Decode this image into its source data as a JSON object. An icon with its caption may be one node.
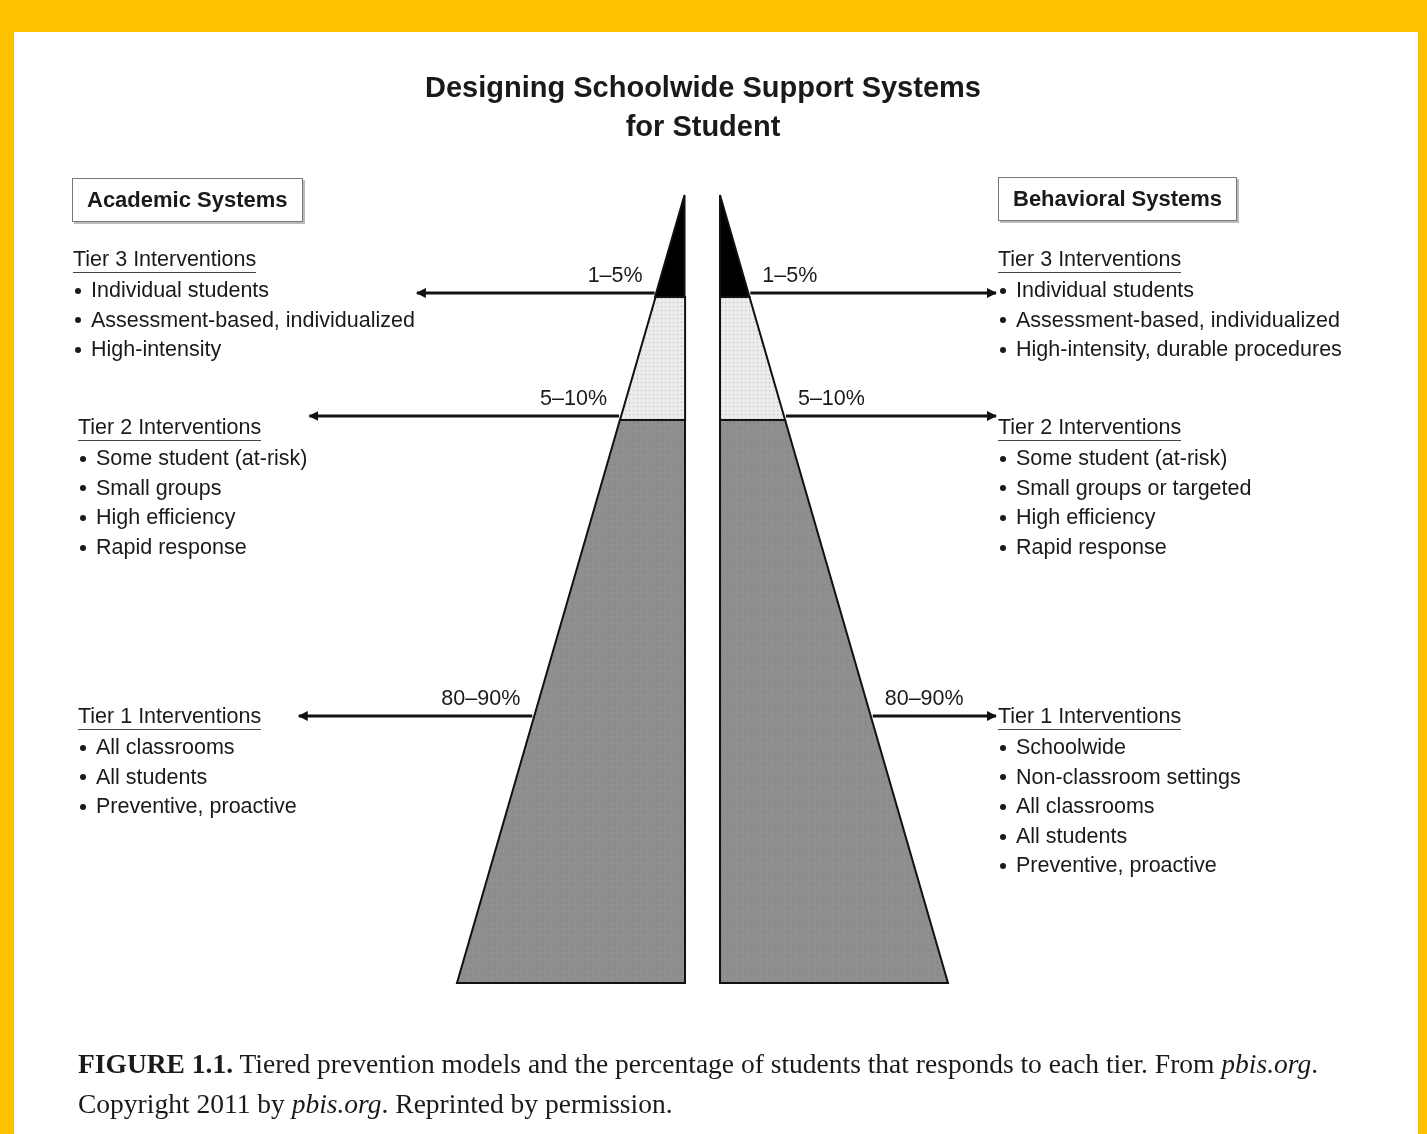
{
  "diagram": {
    "title": "Designing Schoolwide Support Systems for Student",
    "caption": "**FIGURE 1.1.** Tiered prevention models and the percentage of students that responds to each tier. From *pbis.org*. Copyright 2011 by *pbis.org*. Reprinted by permission.",
    "nodes": [
      {
        "text": [
          "Academic Systems"
        ]
      },
      {
        "text": [
          "Tier 3 Interventions",
          "Individual students",
          "Assessment-based, individualized",
          "High-intensity"
        ]
      },
      {
        "text": [
          "Tier 2 Interventions",
          "Some student (at-risk)",
          "Small groups",
          "High efficiency",
          "Rapid response"
        ]
      },
      {
        "text": [
          "Tier 1 Interventions",
          "All classrooms",
          "All students",
          "Preventive, proactive"
        ]
      },
      {
        "text": [],
        "shape": "triangle"
      },
      {
        "text": [],
        "shape": "trapezoid"
      },
      {
        "text": [],
        "shape": "trapezoid"
      },
      {
        "text": [],
        "shape": "triangle"
      },
      {
        "text": [],
        "shape": "trapezoid"
      },
      {
        "text": [],
        "shape": "trapezoid"
      },
      {
        "text": [
          "Behavioral Systems"
        ]
      },
      {
        "text": [
          "Tier 3 Interventions",
          "Individual students",
          "Assessment-based, individualized",
          "High-intensity, durable procedures"
        ]
      },
      {
        "text": [
          "Tier 2 Interventions",
          "Some student (at-risk)",
          "Small groups or targeted",
          "High efficiency",
          "Rapid response"
        ]
      },
      {
        "text": [
          "Tier 1 Interventions",
          "Schoolwide",
          "Non-classroom settings",
          "All classrooms",
          "All students",
          "Preventive, proactive"
        ]
      }
    ],
    "edges": [
      {
        "from": 4,
        "to": 1,
        "arrow": "to",
        "label": "1–5%"
      },
      {
        "from": 5,
        "to": 2,
        "arrow": "to",
        "label": "5–10%"
      },
      {
        "from": 6,
        "to": 3,
        "arrow": "to",
        "label": "80–90%"
      },
      {
        "from": 7,
        "to": 11,
        "arrow": "to",
        "label": "1–5%"
      },
      {
        "from": 8,
        "to": 12,
        "arrow": "to",
        "label": "5–10%"
      },
      {
        "from": 9,
        "to": 13,
        "arrow": "to",
        "label": "80–90%"
      }
    ]
  }
}
